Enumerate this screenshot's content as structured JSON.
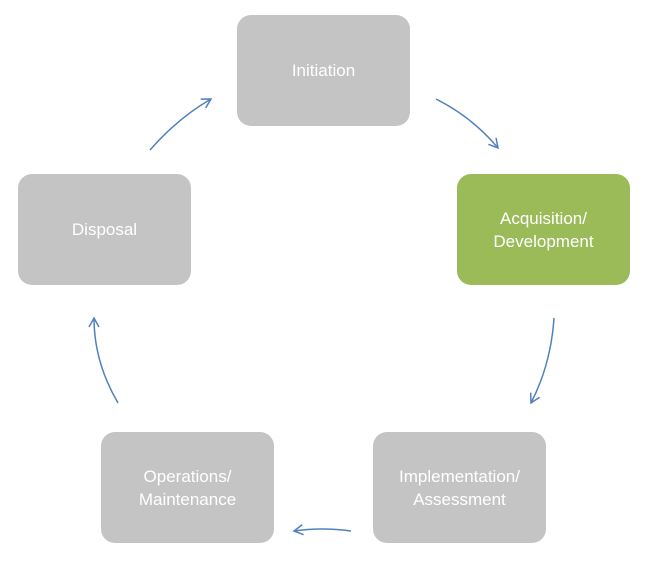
{
  "diagram": {
    "colors": {
      "default_node": "#c4c4c4",
      "highlight_node": "#9bbb59",
      "arrow": "#4f81bd",
      "text": "#ffffff"
    },
    "phases": [
      {
        "id": "initiation",
        "label": "Initiation",
        "highlighted": false
      },
      {
        "id": "acquisition",
        "label": "Acquisition/\nDevelopment",
        "highlighted": true
      },
      {
        "id": "implementation",
        "label": "Implementation/\nAssessment",
        "highlighted": false
      },
      {
        "id": "operations",
        "label": "Operations/\nMaintenance",
        "highlighted": false
      },
      {
        "id": "disposal",
        "label": "Disposal",
        "highlighted": false
      }
    ]
  }
}
